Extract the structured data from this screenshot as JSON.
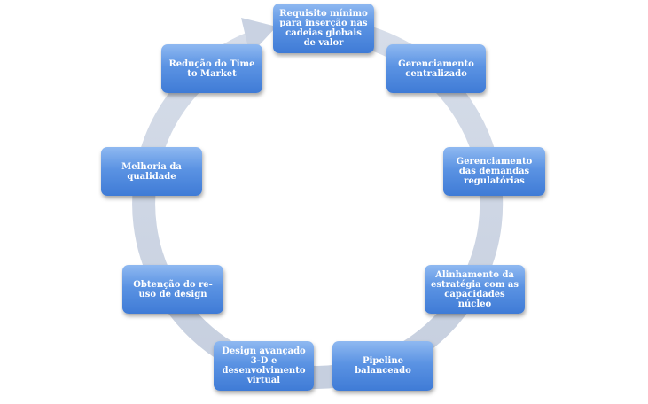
{
  "colors": {
    "node_top": "#8fb9f1",
    "node_bottom": "#3f7bd6",
    "ring": "#cdd6e6",
    "text": "#ffffff"
  },
  "cycle": {
    "direction": "clockwise",
    "nodes": [
      {
        "id": "n1",
        "label": "Requisito mínimo para inserção nas cadeias globais de valor"
      },
      {
        "id": "n2",
        "label": "Gerenciamento centralizado"
      },
      {
        "id": "n3",
        "label": "Gerenciamento das demandas regulatórias"
      },
      {
        "id": "n4",
        "label": "Alinhamento da estratégia com as capacidades núcleo"
      },
      {
        "id": "n5",
        "label": "Pipeline balanceado"
      },
      {
        "id": "n6",
        "label": "Design avançado 3-D e desenvolvimento virtual"
      },
      {
        "id": "n7",
        "label": "Obtenção do re-uso de design"
      },
      {
        "id": "n8",
        "label": "Melhoria da qualidade"
      },
      {
        "id": "n9",
        "label": "Redução do Time to Market"
      }
    ]
  }
}
